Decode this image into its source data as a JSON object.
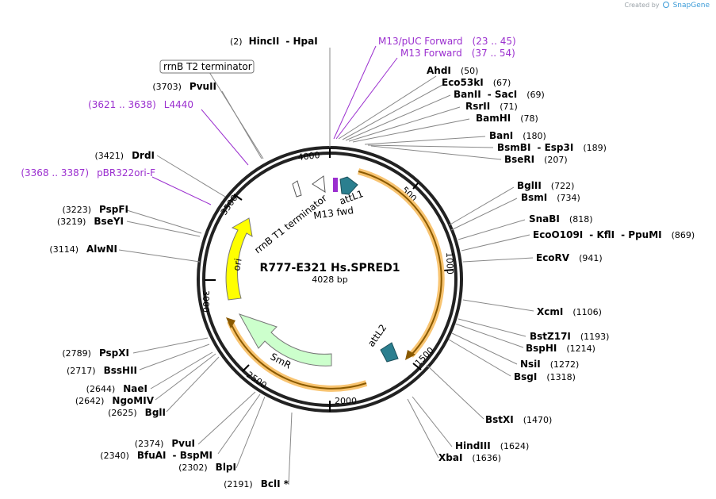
{
  "watermark": {
    "prefix": "Created by",
    "brand": "SnapGene"
  },
  "plasmid": {
    "name": "R777-E321 Hs.SPRED1",
    "length_label": "4028 bp"
  },
  "ruler": [
    "500",
    "1000",
    "1500",
    "2000",
    "2500",
    "3000",
    "3500",
    "4000"
  ],
  "sites": [
    {
      "pos": "(2)",
      "name": "HincII",
      "name2": "HpaI"
    },
    {
      "pos": "(50)",
      "name": "AhdI"
    },
    {
      "pos": "(67)",
      "name": "Eco53kI"
    },
    {
      "pos": "(69)",
      "name": "BanII",
      "name2": "SacI"
    },
    {
      "pos": "(71)",
      "name": "RsrII"
    },
    {
      "pos": "(78)",
      "name": "BamHI"
    },
    {
      "pos": "(180)",
      "name": "BanI"
    },
    {
      "pos": "(189)",
      "name": "BsmBI",
      "name2": "Esp3I"
    },
    {
      "pos": "(207)",
      "name": "BseRI"
    },
    {
      "pos": "(722)",
      "name": "BglII"
    },
    {
      "pos": "(734)",
      "name": "BsmI"
    },
    {
      "pos": "(818)",
      "name": "SnaBI"
    },
    {
      "pos": "(869)",
      "name": "EcoO109I",
      "name2": "KflI",
      "name3": "PpuMI"
    },
    {
      "pos": "(941)",
      "name": "EcoRV"
    },
    {
      "pos": "(1106)",
      "name": "XcmI"
    },
    {
      "pos": "(1193)",
      "name": "BstZ17I"
    },
    {
      "pos": "(1214)",
      "name": "BspHI"
    },
    {
      "pos": "(1272)",
      "name": "NsiI"
    },
    {
      "pos": "(1318)",
      "name": "BsgI"
    },
    {
      "pos": "(1470)",
      "name": "BstXI"
    },
    {
      "pos": "(1624)",
      "name": "HindIII"
    },
    {
      "pos": "(1636)",
      "name": "XbaI"
    },
    {
      "pos": "(2191)",
      "name": "BclI *"
    },
    {
      "pos": "(2302)",
      "name": "BlpI"
    },
    {
      "pos": "(2340)",
      "name": "BfuAI",
      "name2": "BspMI"
    },
    {
      "pos": "(2374)",
      "name": "PvuI"
    },
    {
      "pos": "(2625)",
      "name": "BglI"
    },
    {
      "pos": "(2642)",
      "name": "NgoMIV"
    },
    {
      "pos": "(2644)",
      "name": "NaeI"
    },
    {
      "pos": "(2717)",
      "name": "BssHII"
    },
    {
      "pos": "(2789)",
      "name": "PspXI"
    },
    {
      "pos": "(3114)",
      "name": "AlwNI"
    },
    {
      "pos": "(3219)",
      "name": "BseYI"
    },
    {
      "pos": "(3223)",
      "name": "PspFI"
    },
    {
      "pos": "(3421)",
      "name": "DrdI"
    },
    {
      "pos": "(3703)",
      "name": "PvuII"
    }
  ],
  "primers": [
    {
      "name": "M13/pUC Forward",
      "range": "(23 .. 45)"
    },
    {
      "name": "M13 Forward",
      "range": "(37 .. 54)"
    },
    {
      "name": "L4440",
      "range": "(3621 .. 3638)"
    },
    {
      "name": "pBR322ori-F",
      "range": "(3368 .. 3387)"
    }
  ],
  "features": {
    "terminator_box": "rrnB T2 terminator",
    "t1": "rrnB T1 terminator",
    "m13": "M13 fwd",
    "attl1": "attL1",
    "attl2": "attL2",
    "ori": "ori",
    "smr": "SmR"
  },
  "colors": {
    "primer": "#9b2fcf",
    "ori": "#ffff00",
    "smr": "#ccffcc",
    "att": "#2b7f8f",
    "orf_fill": "#f5b041",
    "backbone": "#222222"
  }
}
